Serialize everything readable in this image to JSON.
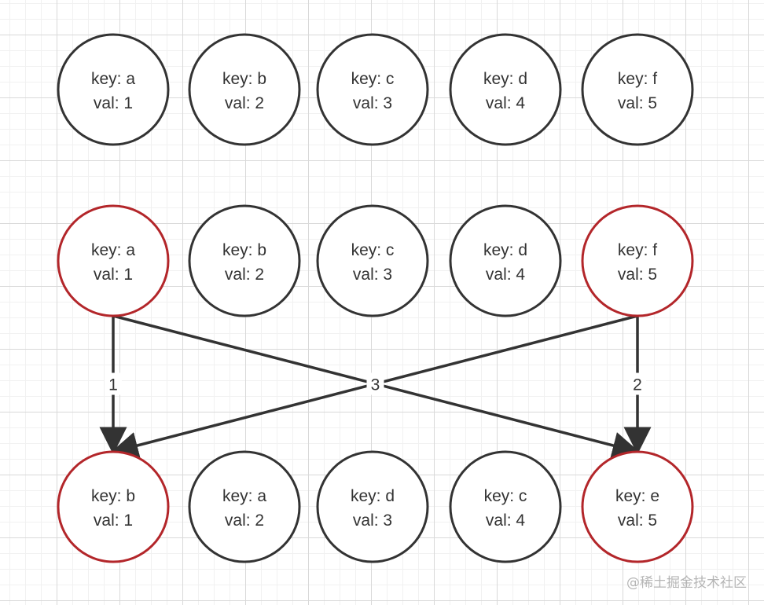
{
  "colors": {
    "normal_stroke": "#333333",
    "highlight_stroke": "#b3262a",
    "edge": "#333333",
    "text": "#333333"
  },
  "rows": [
    {
      "nodes": [
        {
          "key": "key: a",
          "val": "val: 1",
          "highlight": false
        },
        {
          "key": "key: b",
          "val": "val: 2",
          "highlight": false
        },
        {
          "key": "key: c",
          "val": "val: 3",
          "highlight": false
        },
        {
          "key": "key: d",
          "val": "val: 4",
          "highlight": false
        },
        {
          "key": "key: f",
          "val": "val: 5",
          "highlight": false
        }
      ]
    },
    {
      "nodes": [
        {
          "key": "key: a",
          "val": "val: 1",
          "highlight": true
        },
        {
          "key": "key: b",
          "val": "val: 2",
          "highlight": false
        },
        {
          "key": "key: c",
          "val": "val: 3",
          "highlight": false
        },
        {
          "key": "key: d",
          "val": "val: 4",
          "highlight": false
        },
        {
          "key": "key: f",
          "val": "val: 5",
          "highlight": true
        }
      ]
    },
    {
      "nodes": [
        {
          "key": "key: b",
          "val": "val: 1",
          "highlight": true
        },
        {
          "key": "key: a",
          "val": "val: 2",
          "highlight": false
        },
        {
          "key": "key: d",
          "val": "val: 3",
          "highlight": false
        },
        {
          "key": "key: c",
          "val": "val: 4",
          "highlight": false
        },
        {
          "key": "key: e",
          "val": "val: 5",
          "highlight": true
        }
      ]
    }
  ],
  "edges": [
    {
      "from": [
        1,
        0
      ],
      "to": [
        2,
        0
      ],
      "label": "1"
    },
    {
      "from": [
        1,
        4
      ],
      "to": [
        2,
        4
      ],
      "label": "2"
    },
    {
      "from": [
        1,
        0
      ],
      "to": [
        2,
        4
      ],
      "label": "3"
    },
    {
      "from": [
        1,
        4
      ],
      "to": [
        2,
        0
      ],
      "label": ""
    }
  ],
  "watermark": "@稀土掘金技术社区"
}
